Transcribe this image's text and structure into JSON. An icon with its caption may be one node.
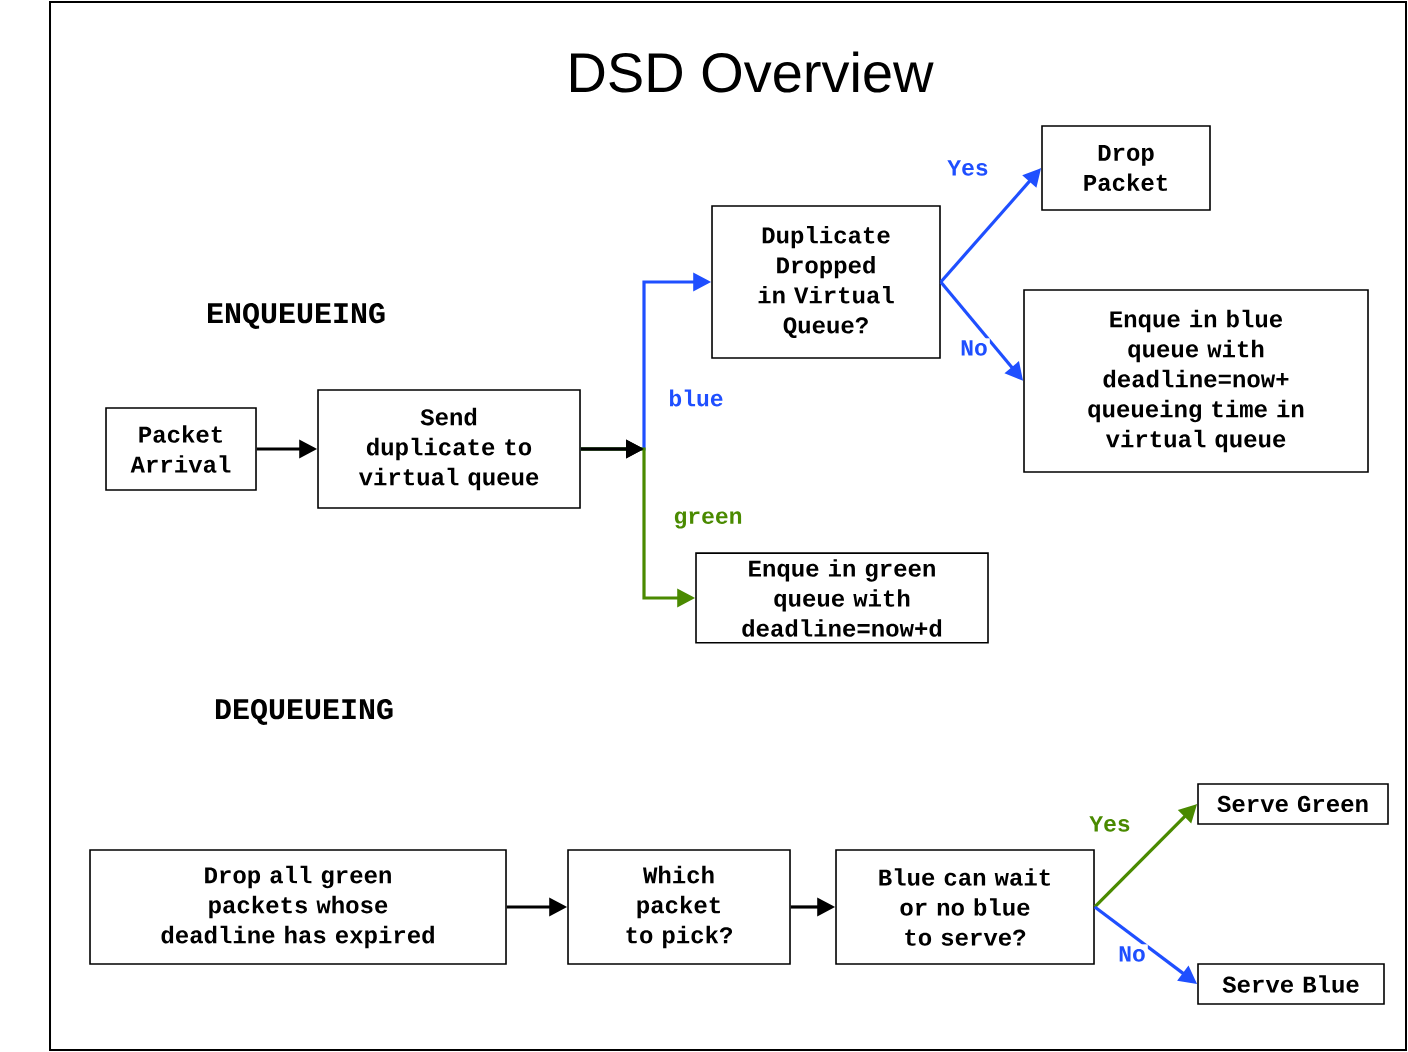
{
  "diagram": {
    "title": "DSD Overview",
    "nodes": [
      {
        "text": [
          "Packet Arrival"
        ]
      },
      {
        "text": [
          "Send duplicate to virtual queue"
        ]
      },
      {
        "text": [
          "Duplicate Dropped in Virtual Queue?"
        ]
      },
      {
        "text": [
          "Drop Packet"
        ]
      },
      {
        "text": [
          "Enque in blue queue with deadline=now+ queueing time in virtual queue"
        ]
      },
      {
        "text": [
          "Enque in green queue with deadline=now+d"
        ]
      },
      {
        "text": [
          "Drop all green packets whose deadline has expired"
        ]
      },
      {
        "text": [
          "Which packet to pick?"
        ]
      },
      {
        "text": [
          "Blue can wait or no blue to serve?"
        ]
      },
      {
        "text": [
          "Serve Green"
        ]
      },
      {
        "text": [
          "Serve Blue"
        ]
      }
    ],
    "edges": [
      {
        "from": 0,
        "to": 1,
        "arrow": "to",
        "color": "#000000"
      },
      {
        "from": 1,
        "to": 2,
        "arrow": "to",
        "label": "blue",
        "color": "#1f4fff"
      },
      {
        "from": 1,
        "to": 5,
        "arrow": "to",
        "label": "green",
        "color": "#4a8a00"
      },
      {
        "from": 2,
        "to": 3,
        "arrow": "to",
        "label": "Yes",
        "color": "#1f4fff"
      },
      {
        "from": 2,
        "to": 4,
        "arrow": "to",
        "label": "No",
        "color": "#1f4fff"
      },
      {
        "from": 6,
        "to": 7,
        "arrow": "to",
        "color": "#000000"
      },
      {
        "from": 7,
        "to": 8,
        "arrow": "to",
        "color": "#000000"
      },
      {
        "from": 8,
        "to": 9,
        "arrow": "to",
        "label": "Yes",
        "color": "#4a8a00"
      },
      {
        "from": 8,
        "to": 10,
        "arrow": "to",
        "label": "No",
        "color": "#1f4fff"
      }
    ],
    "labels": [
      "ENQUEUEING",
      "DEQUEUEING"
    ]
  }
}
